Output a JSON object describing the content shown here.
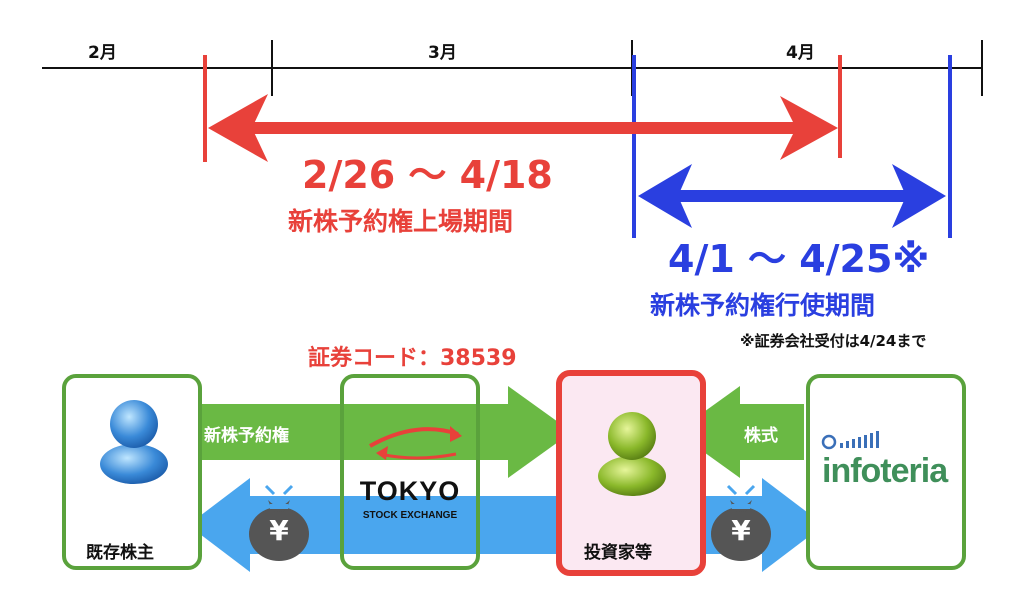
{
  "timeline": {
    "months": [
      "2月",
      "3月",
      "4月"
    ]
  },
  "listing_period": {
    "dates": "2/26 〜 4/18",
    "label": "新株予約権上場期間",
    "color": "#e8413a"
  },
  "exercise_period": {
    "dates": "4/1 〜 4/25※",
    "label": "新株予約権行使期間",
    "note": "※証券会社受付は4/24まで",
    "color": "#2a3fe0"
  },
  "securities_code": "証券コード：38539",
  "flow": {
    "existing_holders": "既存株主",
    "exchange": {
      "name": "TOKYO",
      "sub": "STOCK EXCHANGE"
    },
    "investors": "投資家等",
    "company_logo": "infoteria",
    "rights_arrow": "新株予約権",
    "shares_arrow": "株式",
    "money_symbol": "¥"
  },
  "colors": {
    "box_border": "#5aa23c",
    "green_arrow": "#6ab944",
    "blue_arrow": "#4aa6ee",
    "highlight_box": "#e8413a"
  }
}
